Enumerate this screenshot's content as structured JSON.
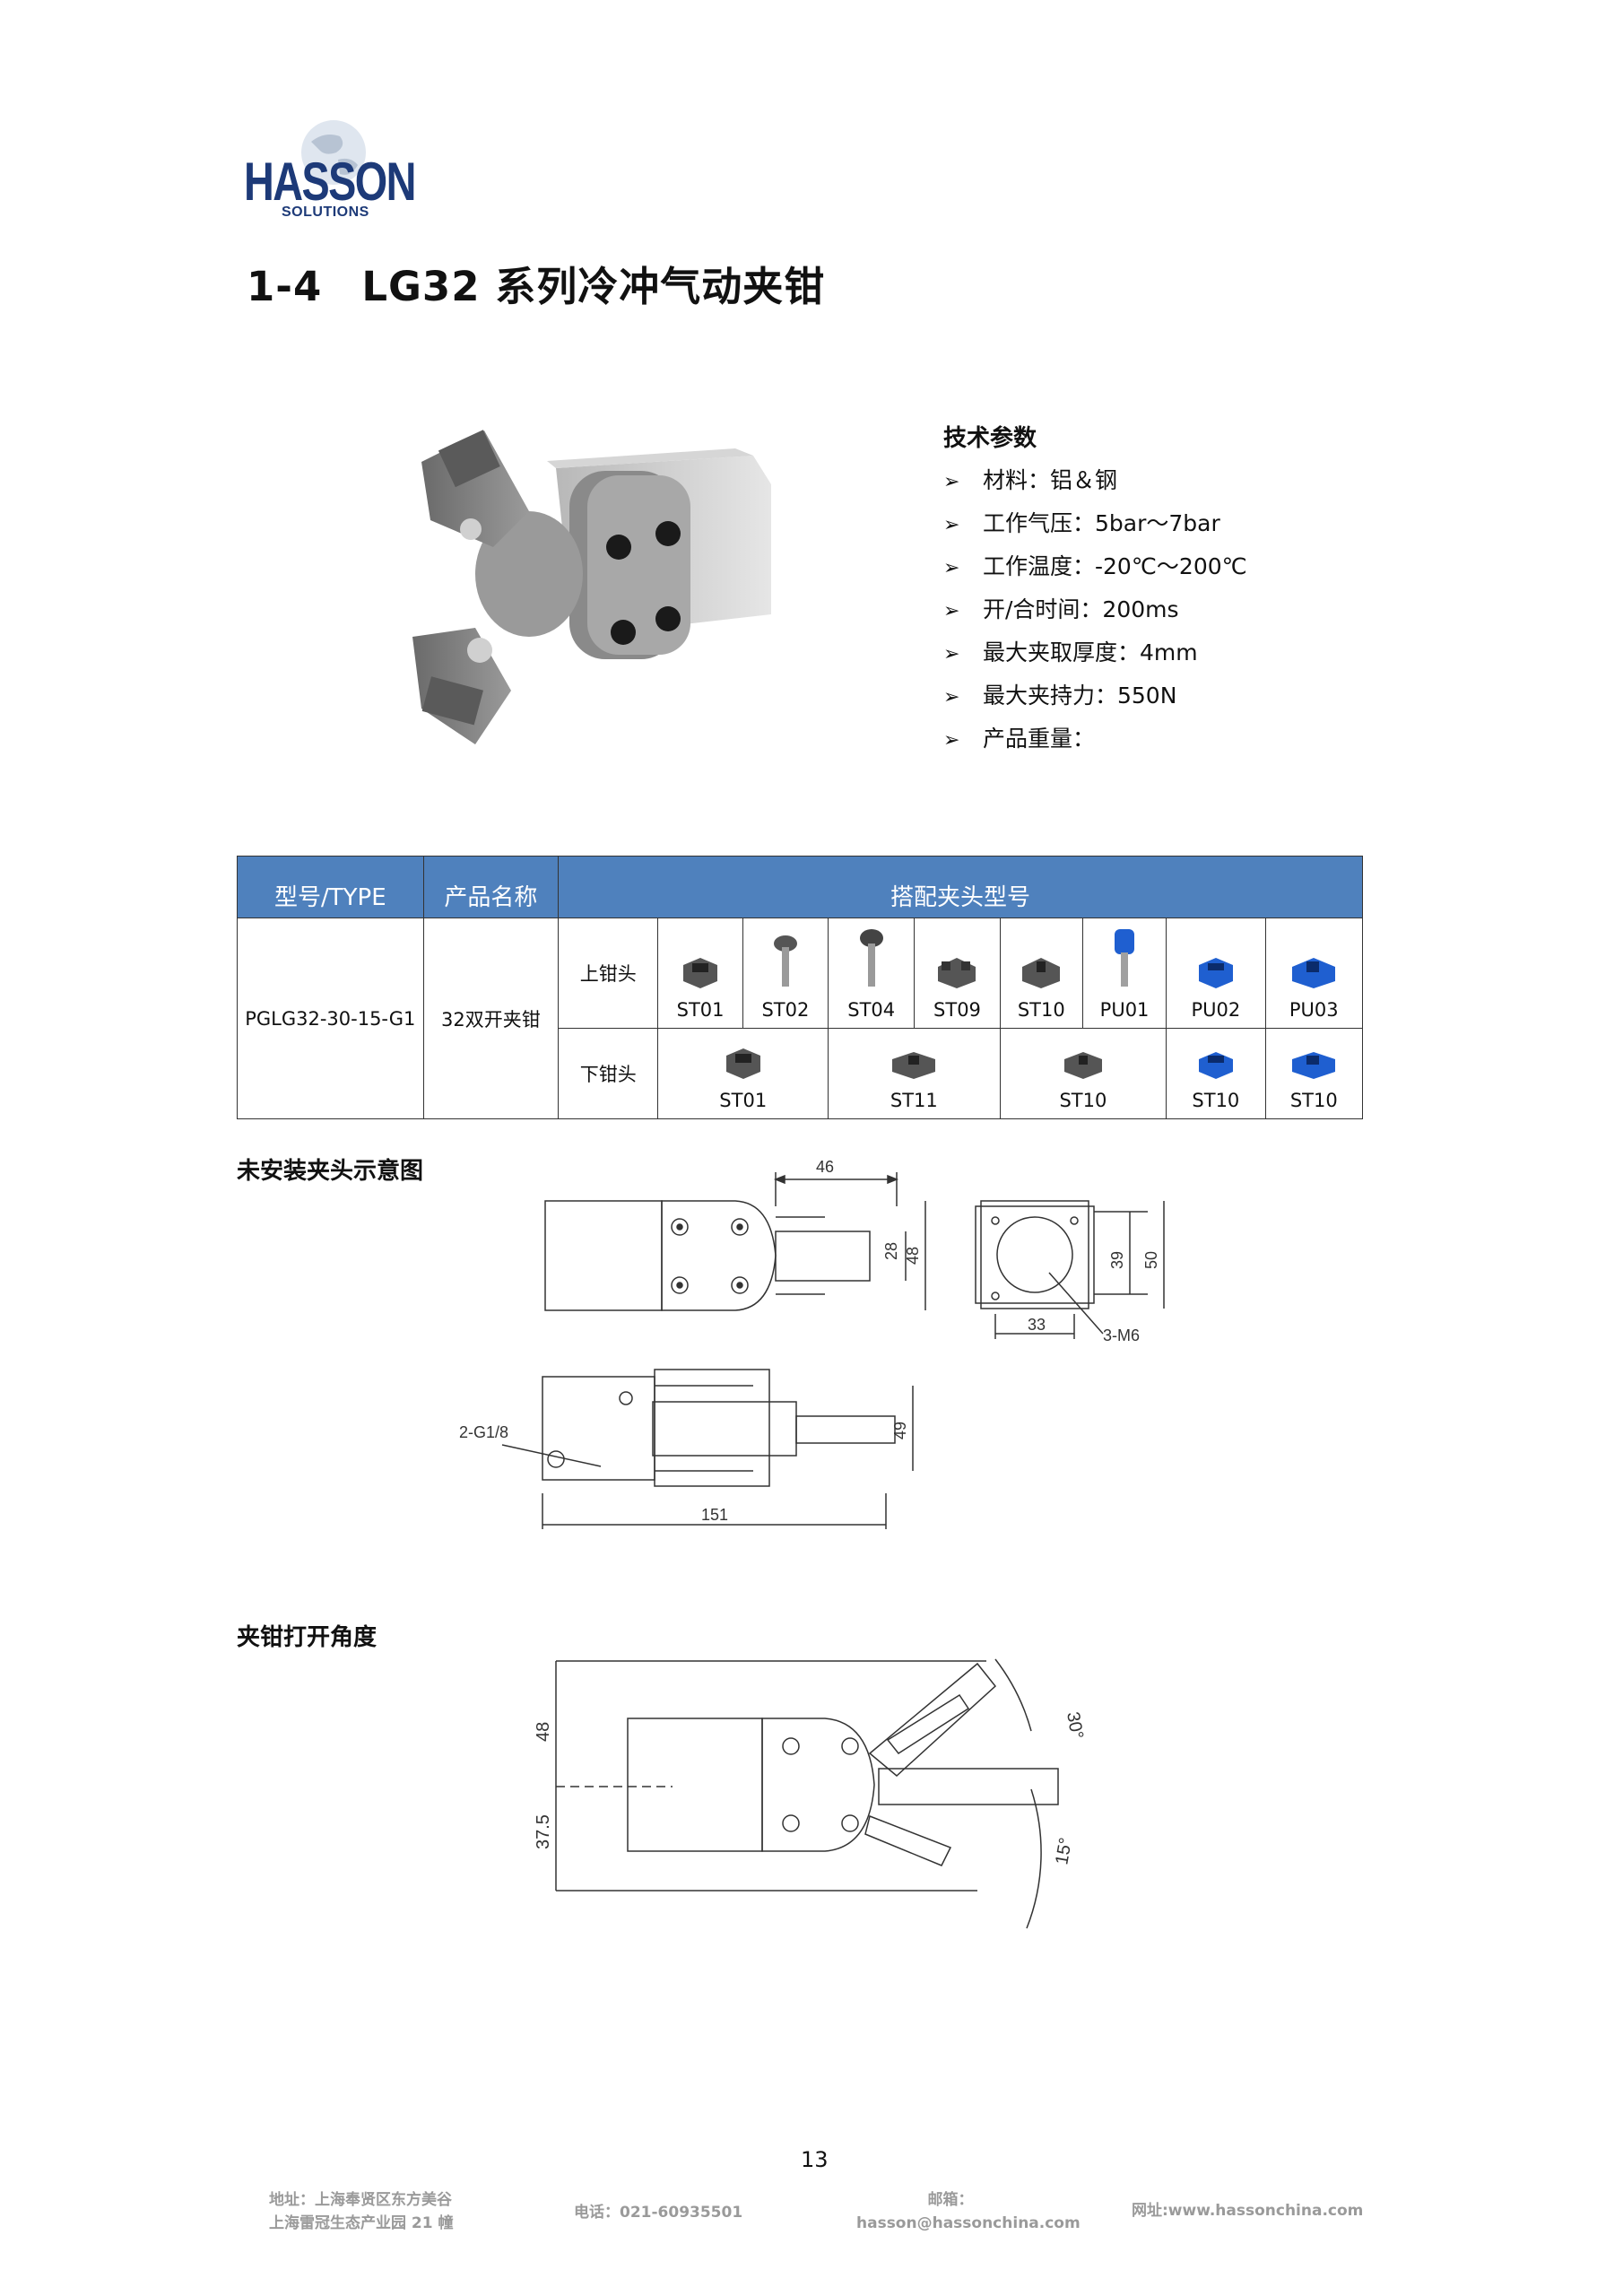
{
  "logo": {
    "word": "HASSON",
    "sub": "SOLUTIONS"
  },
  "title": {
    "number": "1-4",
    "text": "LG32 系列冷冲气动夹钳"
  },
  "specs": {
    "heading": "技术参数",
    "items": [
      "材料：铝＆钢",
      "工作气压：5bar～7bar",
      "工作温度：-20℃～200℃",
      "开/合时间：200ms",
      "最大夹取厚度：4mm",
      "最大夹持力：550N",
      "产品重量："
    ]
  },
  "table": {
    "headers": [
      "型号/TYPE",
      "产品名称",
      "搭配夹头型号"
    ],
    "model": "PGLG32-30-15-G1",
    "product_name": "32双开夹钳",
    "upper_label": "上钳头",
    "lower_label": "下钳头",
    "upper_jaws": [
      "ST01",
      "ST02",
      "ST04",
      "ST09",
      "ST10",
      "PU01",
      "PU02",
      "PU03"
    ],
    "lower_jaws": [
      "ST01",
      "ST11",
      "ST10",
      "ST10",
      "ST10"
    ]
  },
  "drawing1": {
    "label": "未安装夹头示意图",
    "dims": {
      "d46": "46",
      "d28": "28",
      "d48": "48",
      "d39": "39",
      "d50": "50",
      "d33": "33",
      "m6": "3-M6",
      "g18": "2-G1/8",
      "d49": "49",
      "d151": "151"
    }
  },
  "drawing2": {
    "label": "夹钳打开角度",
    "dims": {
      "d48": "48",
      "d375": "37.5",
      "a30": "30°",
      "a15": "15°"
    }
  },
  "page_number": "13",
  "footer": {
    "address_line1": "地址：上海奉贤区东方美谷",
    "address_line2": "上海雷冠生态产业园 21 幢",
    "phone": "电话：021-60935501",
    "email_label": "邮箱：",
    "email": "hasson@hassonchina.com",
    "website": "网址:www.hassonchina.com"
  },
  "colors": {
    "header_blue": "#4f81bd",
    "logo_blue": "#1d3a78",
    "jaw_blue": "#1f5fd0"
  }
}
